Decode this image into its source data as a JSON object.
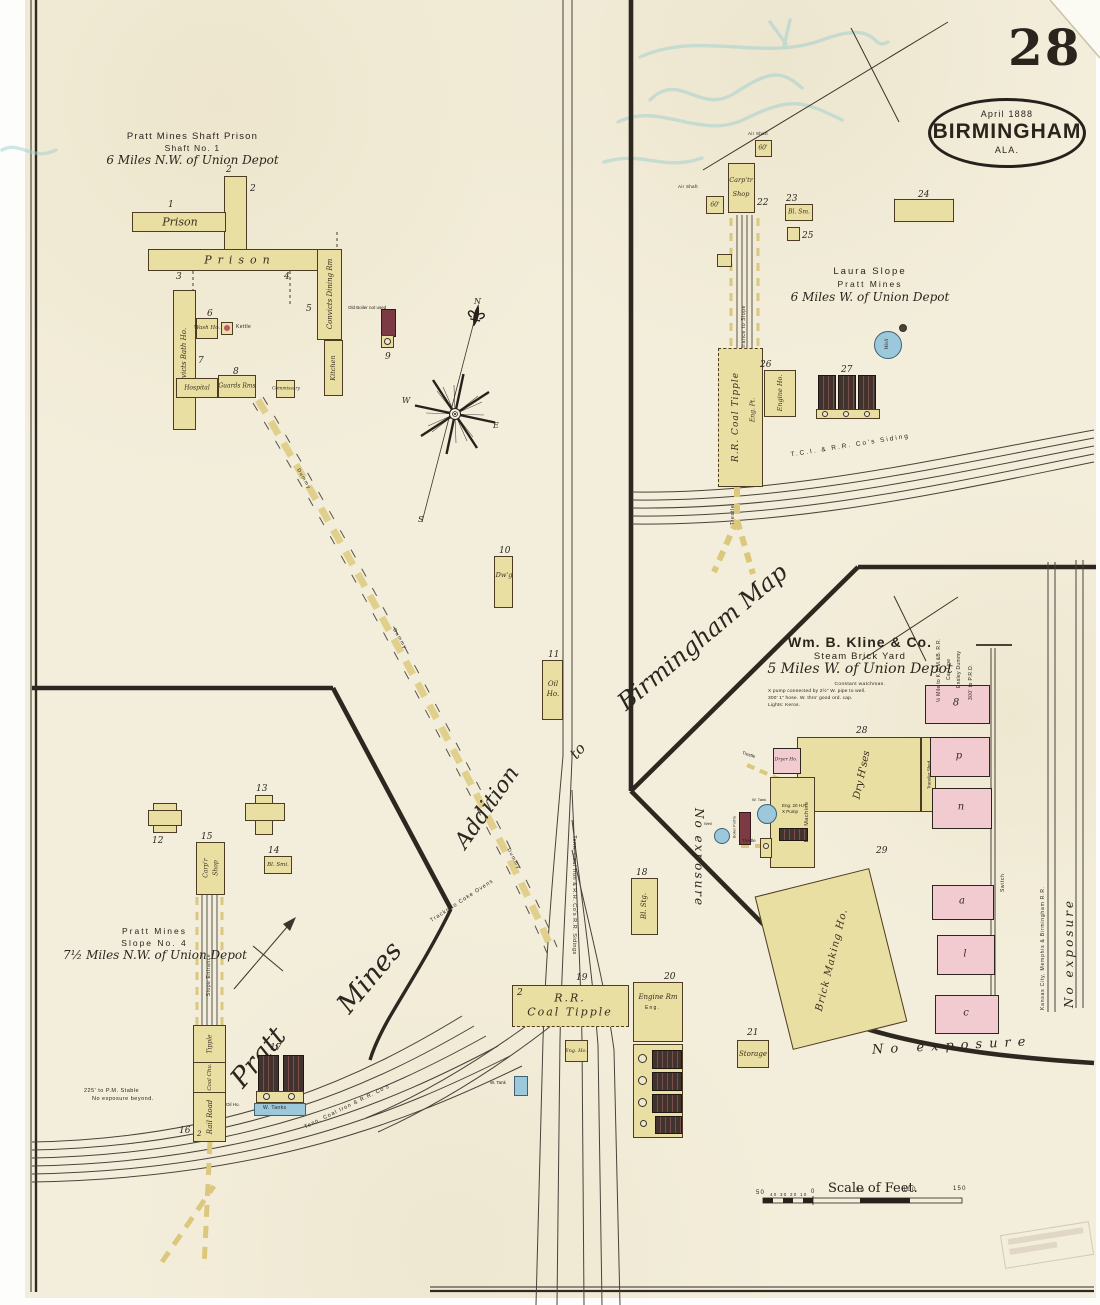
{
  "sheet": {
    "number": "28"
  },
  "stamp": {
    "date": "April 1888",
    "city": "BIRMINGHAM",
    "state": "ALA."
  },
  "compass": {
    "n": "N",
    "s": "S",
    "e": "E",
    "w": "W"
  },
  "scale": {
    "title": "Scale of Feet.",
    "t50a": "50",
    "t40": "40",
    "t30": "30",
    "t20": "20",
    "t10": "10",
    "t0": "0",
    "t50b": "50",
    "t100": "100",
    "t150": "150"
  },
  "prison": {
    "title1": "Pratt Mines Shaft Prison",
    "title2": "Shaft No. 1",
    "title3": "6 Miles N.W. of Union Depot",
    "n1": "1",
    "n2": "2",
    "n2b": "2",
    "n3": "3",
    "n4": "4",
    "n5": "5",
    "n6": "6",
    "n7": "7",
    "n8": "8",
    "n9": "9",
    "prison1": "Prison",
    "prison2": "Prison",
    "dining": "Convicts Dining Rm",
    "kitchen": "Kitchen",
    "bath": "Convicts Bath Ho.",
    "wash": "Wash Ho.",
    "kettle": "Kettle",
    "hospital": "Hospital",
    "guards": "Guards Rms",
    "commissary": "Commissary",
    "oldboiler": "Old Boiler not used"
  },
  "laura": {
    "title1": "Laura Slope",
    "title2": "Pratt Mines",
    "title3": "6 Miles W. of Union Depot",
    "airshaft": "Air Shaft",
    "shaftdepth": "60'",
    "n22": "22",
    "carp1": "Carp'tr",
    "carp2": "Shop",
    "n23": "23",
    "blsm": "Bl. Sm.",
    "n24": "24",
    "n25": "25",
    "entrance": "Entrance to Slope",
    "tipple": "R.R. Coal Tipple",
    "engpt": "Eng. Pt.",
    "n26": "26",
    "engine": "Engine Ho.",
    "n27": "27",
    "well": "Well",
    "trestle": "Trestle",
    "siding": "T.C.I. & R.R. Co's Siding"
  },
  "slope4": {
    "title1": "Pratt Mines",
    "title2": "Slope No. 4",
    "title3": "7½ Miles N.W. of Union Depot",
    "n12": "12",
    "n13": "13",
    "n14": "14",
    "blsm": "Bl. Smi.",
    "n15": "15",
    "carp1": "Carp'r",
    "carp2": "Shop",
    "entrance": "Slope Entrance",
    "n16": "16",
    "tipple": "Tipple",
    "coalchu": "Coal Chu.",
    "railroad": "Rail Road",
    "n2": "2",
    "n17": "17",
    "wtanks": "W. Tanks",
    "oilho": "Oil Ho.",
    "stable": "225' to P.M. Stable",
    "noexp": "No exposure beyond.",
    "rr": "Tenn. Coal Iron & R.R. Co's"
  },
  "center": {
    "n10": "10",
    "dwg": "Dw'g",
    "n11": "11",
    "oilho1": "Oil",
    "oilho2": "Ho.",
    "n18": "18",
    "blstg": "Bl. Stg.",
    "n19": "19",
    "n2": "2",
    "tipple1": "R.R.",
    "tipple2": "Coal Tipple",
    "engho": "Eng. Ho.",
    "n20": "20",
    "enginerm": "Engine Rm",
    "eng": "Eng.",
    "n21": "21",
    "storage": "Storage",
    "wtank": "W. Tank",
    "sidings": "Tenn. Coal Iron & R.R. Co's R.R. Sidings",
    "coke": "Tracks to Coke Ovens",
    "dummy": "Dummy",
    "addition": "Addition",
    "to": "to",
    "bmap": "Birmingham Map",
    "pratt": "Pratt",
    "mines": "Mines"
  },
  "kline": {
    "title1": "Wm. B. Kline & Co.",
    "title2": "Steam Brick Yard",
    "title3": "5 Miles W. of Union Depot",
    "note1": "Constant watchman.",
    "note2": "X pump connected by 2½\" W. pipe to well.",
    "note3": "300' 1\" hose.  W. thro' good ord. cap.",
    "note4": "Lights: Keros.",
    "n28": "28",
    "dryhses": "Dry H'ses",
    "transfer": "Transfer Shed",
    "brickmach": "Brick Machine",
    "engnote": "Eng. 20 H.P.",
    "pump": "X Pump",
    "boilerport": "Boiler Port'le",
    "dryer": "Dryer Ho.",
    "n29": "29",
    "brickmaking": "Brick Making Ho.",
    "k1": "8",
    "k2": "p",
    "k3": "n",
    "k4": "a",
    "k5": "l",
    "k6": "c",
    "well": "Well",
    "wtank": "W. Tank",
    "trestle": "Trestle",
    "noexp1": "No exposure",
    "noexp2": "No exposure",
    "noexp3": "No exposure",
    "rr1": "Kansas City, Memphis & Birmingham R.R.",
    "switch": "Switch",
    "spur": "300' to P.R.D.",
    "mile1": "½ Mile to K.C.M.&B. R.R.",
    "mile2": "Car Line",
    "mile3": "Ensley Dummy"
  }
}
